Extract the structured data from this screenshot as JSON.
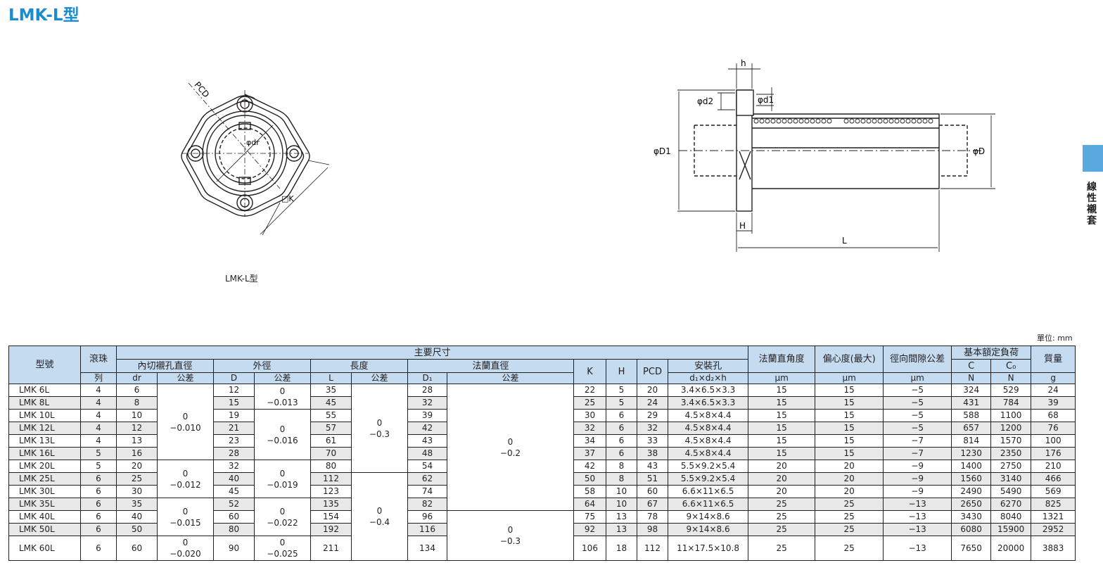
{
  "title": "LMK-L型",
  "side_label": [
    "線",
    "性",
    "襯",
    "套"
  ],
  "figure": {
    "caption": "LMK-L型",
    "labels": {
      "pcd": "PCD",
      "dr": "φdr",
      "k": "□K",
      "h": "h",
      "d2": "φd2",
      "d1": "φd1",
      "D1": "φD1",
      "D": "φD",
      "H": "H",
      "L": "L"
    }
  },
  "unit": "單位: mm",
  "table": {
    "headers": {
      "model": "型號",
      "rows_col": [
        "滾珠",
        "列"
      ],
      "main_dims": "主要尺寸",
      "inscribed": "內切襯孔直徑",
      "outer": "外徑",
      "length": "長度",
      "flange_dia": "法蘭直徑",
      "tol": "公差",
      "dr": "dr",
      "D": "D",
      "L": "L",
      "D1": "D₁",
      "K": "K",
      "H": "H",
      "PCD": "PCD",
      "mount_hole": "安裝孔",
      "mount_hole_sub": "d₁×d₂×h",
      "perp": "法蘭直角度",
      "ecc": "偏心度(最大)",
      "radial": "徑向間隙公差",
      "load": "基本額定負荷",
      "C": "C",
      "C0": "C₀",
      "mass": "質量",
      "um": "μm",
      "N": "N",
      "g": "g"
    },
    "rows": [
      {
        "model": "LMK 6L",
        "rows": "4",
        "dr": "6",
        "D": "12",
        "L": "35",
        "D1": "28",
        "K": "22",
        "H": "5",
        "PCD": "20",
        "hole": "3.4×6.5×3.3",
        "perp": "15",
        "ecc": "15",
        "radial": "−5",
        "C": "324",
        "C0": "529",
        "mass": "24"
      },
      {
        "model": "LMK 8L",
        "rows": "4",
        "dr": "8",
        "D": "15",
        "L": "45",
        "D1": "32",
        "K": "25",
        "H": "5",
        "PCD": "24",
        "hole": "3.4×6.5×3.3",
        "perp": "15",
        "ecc": "15",
        "radial": "−5",
        "C": "431",
        "C0": "784",
        "mass": "39"
      },
      {
        "model": "LMK 10L",
        "rows": "4",
        "dr": "10",
        "D": "19",
        "L": "55",
        "D1": "39",
        "K": "30",
        "H": "6",
        "PCD": "29",
        "hole": "4.5×8×4.4",
        "perp": "15",
        "ecc": "15",
        "radial": "−5",
        "C": "588",
        "C0": "1100",
        "mass": "68"
      },
      {
        "model": "LMK 12L",
        "rows": "4",
        "dr": "12",
        "D": "21",
        "L": "57",
        "D1": "42",
        "K": "32",
        "H": "6",
        "PCD": "32",
        "hole": "4.5×8×4.4",
        "perp": "15",
        "ecc": "15",
        "radial": "−5",
        "C": "657",
        "C0": "1200",
        "mass": "76"
      },
      {
        "model": "LMK 13L",
        "rows": "4",
        "dr": "13",
        "D": "23",
        "L": "61",
        "D1": "43",
        "K": "34",
        "H": "6",
        "PCD": "33",
        "hole": "4.5×8×4.4",
        "perp": "15",
        "ecc": "15",
        "radial": "−7",
        "C": "814",
        "C0": "1570",
        "mass": "100"
      },
      {
        "model": "LMK 16L",
        "rows": "5",
        "dr": "16",
        "D": "28",
        "L": "70",
        "D1": "48",
        "K": "37",
        "H": "6",
        "PCD": "38",
        "hole": "4.5×8×4.4",
        "perp": "15",
        "ecc": "15",
        "radial": "−7",
        "C": "1230",
        "C0": "2350",
        "mass": "176"
      },
      {
        "model": "LMK 20L",
        "rows": "5",
        "dr": "20",
        "D": "32",
        "L": "80",
        "D1": "54",
        "K": "42",
        "H": "8",
        "PCD": "43",
        "hole": "5.5×9.2×5.4",
        "perp": "20",
        "ecc": "20",
        "radial": "−9",
        "C": "1400",
        "C0": "2750",
        "mass": "210"
      },
      {
        "model": "LMK 25L",
        "rows": "6",
        "dr": "25",
        "D": "40",
        "L": "112",
        "D1": "62",
        "K": "50",
        "H": "8",
        "PCD": "51",
        "hole": "5.5×9.2×5.4",
        "perp": "20",
        "ecc": "20",
        "radial": "−9",
        "C": "1560",
        "C0": "3140",
        "mass": "466"
      },
      {
        "model": "LMK 30L",
        "rows": "6",
        "dr": "30",
        "D": "45",
        "L": "123",
        "D1": "74",
        "K": "58",
        "H": "10",
        "PCD": "60",
        "hole": "6.6×11×6.5",
        "perp": "20",
        "ecc": "20",
        "radial": "−9",
        "C": "2490",
        "C0": "5490",
        "mass": "569"
      },
      {
        "model": "LMK 35L",
        "rows": "6",
        "dr": "35",
        "D": "52",
        "L": "135",
        "D1": "82",
        "K": "64",
        "H": "10",
        "PCD": "67",
        "hole": "6.6×11×6.5",
        "perp": "25",
        "ecc": "25",
        "radial": "−13",
        "C": "2650",
        "C0": "6270",
        "mass": "825"
      },
      {
        "model": "LMK 40L",
        "rows": "6",
        "dr": "40",
        "D": "60",
        "L": "154",
        "D1": "96",
        "K": "75",
        "H": "13",
        "PCD": "78",
        "hole": "9×14×8.6",
        "perp": "25",
        "ecc": "25",
        "radial": "−13",
        "C": "3430",
        "C0": "8040",
        "mass": "1321"
      },
      {
        "model": "LMK 50L",
        "rows": "6",
        "dr": "50",
        "D": "80",
        "L": "192",
        "D1": "116",
        "K": "92",
        "H": "13",
        "PCD": "98",
        "hole": "9×14×8.6",
        "perp": "25",
        "ecc": "25",
        "radial": "−13",
        "C": "6080",
        "C0": "15900",
        "mass": "2952"
      },
      {
        "model": "LMK 60L",
        "rows": "6",
        "dr": "60",
        "D": "90",
        "L": "211",
        "D1": "134",
        "K": "106",
        "H": "18",
        "PCD": "112",
        "hole": "11×17.5×10.8",
        "perp": "25",
        "ecc": "25",
        "radial": "−13",
        "C": "7650",
        "C0": "20000",
        "mass": "3883"
      }
    ],
    "tolerances": {
      "dr": [
        {
          "upper": "0",
          "lower": "−0.010"
        },
        {
          "upper": "0",
          "lower": "−0.012"
        },
        {
          "upper": "0",
          "lower": "−0.015"
        },
        {
          "upper": "0",
          "lower": "−0.020"
        }
      ],
      "D": [
        {
          "upper": "0",
          "lower": "−0.013"
        },
        {
          "upper": "0",
          "lower": "−0.016"
        },
        {
          "upper": "0",
          "lower": "−0.019"
        },
        {
          "upper": "0",
          "lower": "−0.022"
        },
        {
          "upper": "0",
          "lower": "−0.025"
        }
      ],
      "L": [
        {
          "upper": "0",
          "lower": "−0.3"
        },
        {
          "upper": "0",
          "lower": "−0.4"
        }
      ],
      "D1": [
        {
          "upper": "0",
          "lower": "−0.2"
        },
        {
          "upper": "0",
          "lower": "−0.3"
        }
      ]
    }
  }
}
